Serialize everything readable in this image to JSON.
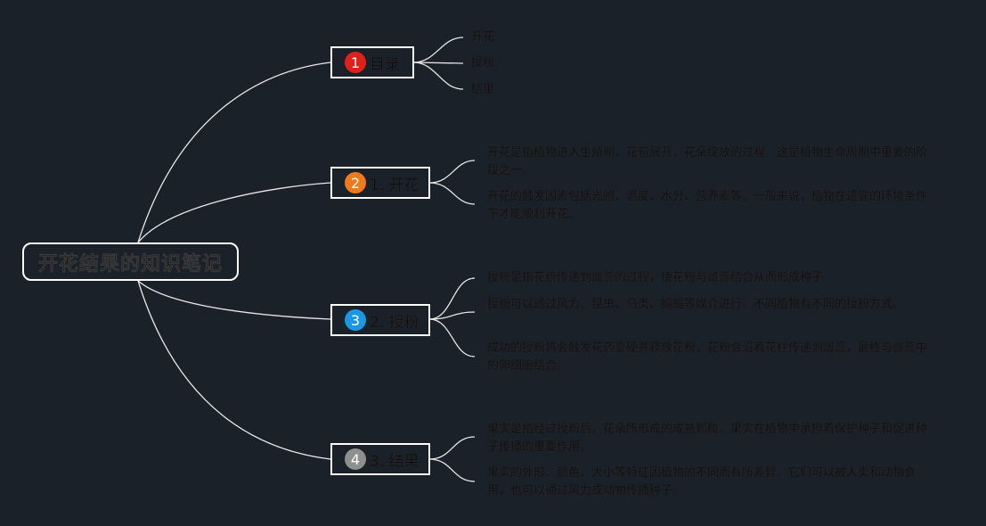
{
  "root": {
    "title": "开花结果的知识笔记"
  },
  "branches": [
    {
      "number": "1",
      "label": "目录",
      "badge_color": "#e0201b",
      "leaves": [
        "开花",
        "授粉",
        "结果"
      ]
    },
    {
      "number": "2",
      "label": "1. 开花",
      "badge_color": "#ee7a1c",
      "leaves": [
        "开花是指植物进入生殖期，花苞展开，花朵绽放的过程。这是植物生命周期中重要的阶段之一。",
        "开花的触发因素包括光照、温度、水分、营养素等。一般来说，植物在适宜的环境条件下才能顺利开花。"
      ]
    },
    {
      "number": "3",
      "label": "2. 授粉",
      "badge_color": "#1d97e2",
      "leaves": [
        "授粉是指花粉传递到雌蕊的过程，使花粉与雌蕊结合从而形成种子。",
        "授粉可以通过风力、昆虫、鸟类、蝙蝠等媒介进行。不同植物有不同的授粉方式。",
        "成功的授粉将会触发花药变硬并释放花粉，花粉会沿着花柱传递到雌蕊，最终与雌蕊中的卵细胞结合。"
      ]
    },
    {
      "number": "4",
      "label": "3. 结果",
      "badge_color": "#8f8f8f",
      "leaves": [
        "果实是指经过授粉后，花朵所形成的成熟颗粒。果实在植物中承担着保护种子和促进种子传播的重要作用。",
        "果实的外形、颜色、大小等特征因植物的不同而有所差异。它们可以被人类和动物食用，也可以通过风力或动物传播种子。"
      ]
    }
  ]
}
